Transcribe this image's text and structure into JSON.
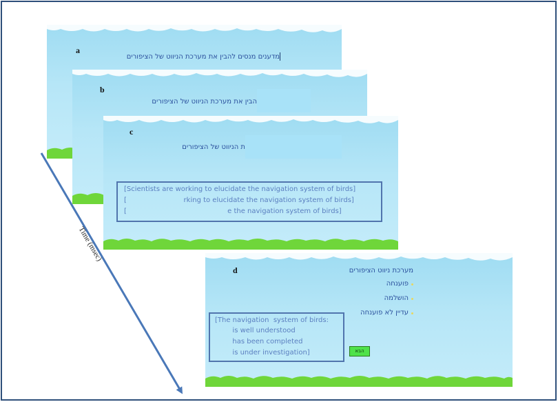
{
  "panels": {
    "a": {
      "label": "a",
      "hebrew": "מדענים מנסים להבין את מערכת הניווט של הציפורים"
    },
    "b": {
      "label": "b",
      "hebrew": "הבין את מערכת הניווט של הציפורים"
    },
    "c": {
      "label": "c",
      "hebrew": "ת הניווט של הציפורים",
      "english_lines": [
        "[Scientists are working to elucidate the navigation system of birds]",
        "[                          rking to elucidate the navigation system of birds]",
        "[                                              e the navigation system of birds]"
      ]
    },
    "d": {
      "label": "d",
      "hebrew_question": "מערכת ניווט הציפורים",
      "hebrew_options": [
        "פוענחה",
        "הושלמה",
        "עדיין לא פוענחה"
      ],
      "english_lines": [
        "[The navigation  system of birds:",
        "        is well understood",
        "        has been completed",
        "        is under investigation]"
      ],
      "next_button": "הבא"
    }
  },
  "arrow": {
    "label": "Time (msec)"
  },
  "colors": {
    "frame_border": "#2e4f7a",
    "arrow": "#4a78b8",
    "sky_top": "#9fdcf2",
    "sky_bottom": "#c4ecfa",
    "grass": "#6fd63a",
    "text_hebrew": "#2a4f9c",
    "text_english": "#5b7fc0",
    "button": "#4fe24a"
  }
}
